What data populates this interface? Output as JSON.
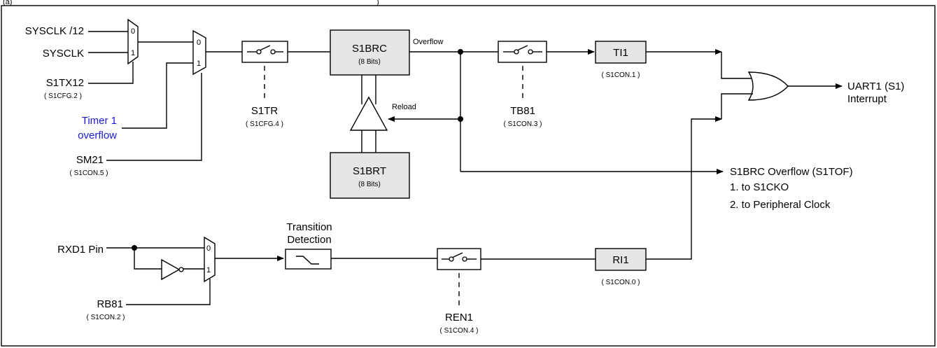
{
  "caption_fragment": "(a)",
  "caption_fragment_right": ")",
  "inputs": {
    "sysclk12": "SYSCLK /12",
    "sysclk": "SYSCLK",
    "s1tx12": "S1TX12",
    "s1tx12_reg": "( S1CFG.2 )",
    "timer1_line1": "Timer 1",
    "timer1_line2": "overflow",
    "sm21": "SM21",
    "sm21_reg": "( S1CON.5 )",
    "rxd1": "RXD1 Pin",
    "rb81": "RB81",
    "rb81_reg": "( S1CON.2 )"
  },
  "mux_labels": {
    "zero": "0",
    "one": "1"
  },
  "switches": {
    "s1tr": "S1TR",
    "s1tr_reg": "( S1CFG.4 )",
    "tb81": "TB81",
    "tb81_reg": "( S1CON.3 )",
    "ren1": "REN1",
    "ren1_reg": "( S1CON.4 )"
  },
  "blocks": {
    "s1brc": "S1BRC",
    "s1brc_sub": "(8 Bits)",
    "s1brt": "S1BRT",
    "s1brt_sub": "(8 Bits)",
    "ti1": "TI1",
    "ti1_reg": "( S1CON.1 )",
    "ri1": "RI1",
    "ri1_reg": "( S1CON.0 )",
    "transition_line1": "Transition",
    "transition_line2": "Detection"
  },
  "signals": {
    "overflow": "Overflow",
    "reload": "Reload"
  },
  "outputs": {
    "uart_line1": "UART1 (S1)",
    "uart_line2": "Interrupt",
    "s1tof_line1": "S1BRC Overflow (S1TOF)",
    "s1tof_line2": "1. to S1CKO",
    "s1tof_line3": "2. to Peripheral Clock"
  },
  "colors": {
    "block_fill": "#e6e6e6",
    "timer1_text": "#1a1ad6",
    "line": "#000000"
  }
}
